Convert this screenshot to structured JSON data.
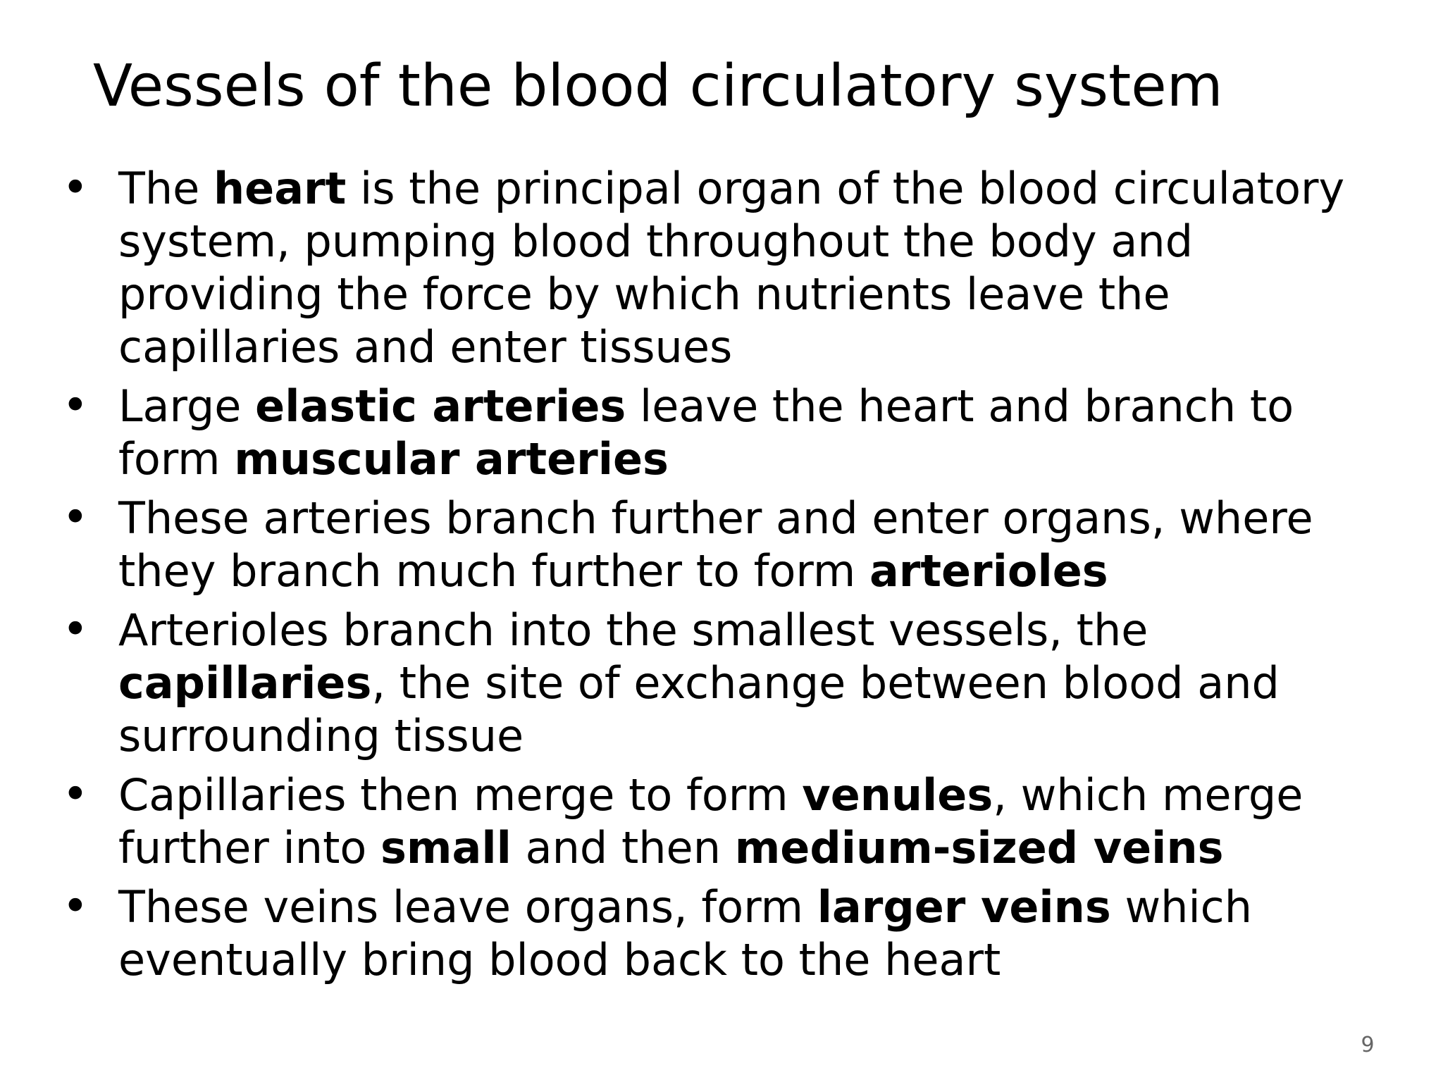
{
  "slide": {
    "title": "Vessels of the blood circulatory system",
    "page_number": "9",
    "bullet_glyph": "•"
  },
  "bullets": [
    {
      "line_1": {
        "a": "The ",
        "b": "heart",
        "c": " is the principal organ of the blood circulatory"
      },
      "line_2": "system, pumping blood throughout the body and",
      "line_3": "providing the force by which nutrients leave the",
      "line_4": "capillaries and enter tissues"
    },
    {
      "line_1": {
        "a": "Large ",
        "b": "elastic arteries",
        "c": " leave the heart and branch to"
      },
      "line_2": {
        "a": "form ",
        "b": "muscular arteries"
      }
    },
    {
      "line_1": "These arteries branch further and enter organs, where",
      "line_2": {
        "a": "they branch much further to form ",
        "b": "arterioles"
      }
    },
    {
      "line_1": "Arterioles branch into the smallest vessels, the",
      "line_2": {
        "a": "capillaries",
        "b": ", the site of exchange between blood and"
      },
      "line_3": "surrounding tissue"
    },
    {
      "line_1": {
        "a": "Capillaries then merge to form ",
        "b": "venules",
        "c": ", which merge"
      },
      "line_2": {
        "a": "further into ",
        "b": "small",
        "c": " and then ",
        "d": "medium-sized veins"
      }
    },
    {
      "line_1": {
        "a": "These veins leave organs, form ",
        "b": "larger veins",
        "c": " which"
      },
      "line_2": "eventually bring blood back to the heart"
    }
  ]
}
